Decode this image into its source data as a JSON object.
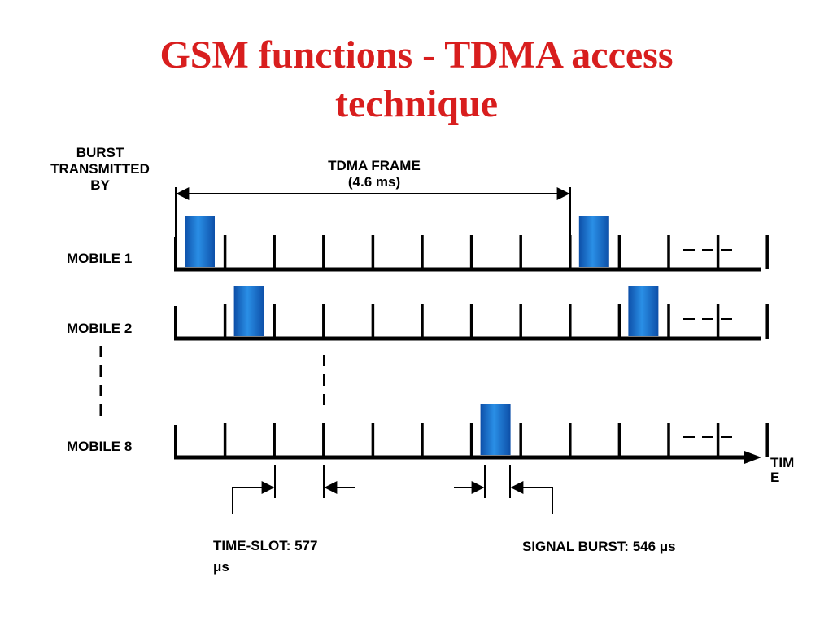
{
  "title": {
    "line1": "GSM functions - TDMA access",
    "line2": "technique"
  },
  "labels": {
    "burst_transmitted_by": [
      "BURST",
      "TRANSMITTED",
      "BY"
    ],
    "tdma_frame": "TDMA FRAME",
    "tdma_frame_duration": "(4.6 ms)",
    "mobiles": [
      "MOBILE 1",
      "MOBILE 2",
      "MOBILE 8"
    ],
    "time_axis": [
      "TIM",
      "E"
    ],
    "time_slot": [
      "TIME-SLOT: 577",
      "μs"
    ],
    "signal_burst": "SIGNAL BURST: 546 μs",
    "continuation": "– – –"
  },
  "diagram": {
    "slots_per_row": 12,
    "frame_slots": 8,
    "burst_slots": {
      "mobile_1": [
        0,
        8
      ],
      "mobile_2": [
        1,
        9
      ],
      "mobile_8": [
        6
      ]
    }
  },
  "colors": {
    "title": "#d81e1e",
    "burst": "#1f7fd8",
    "line": "#000000"
  }
}
